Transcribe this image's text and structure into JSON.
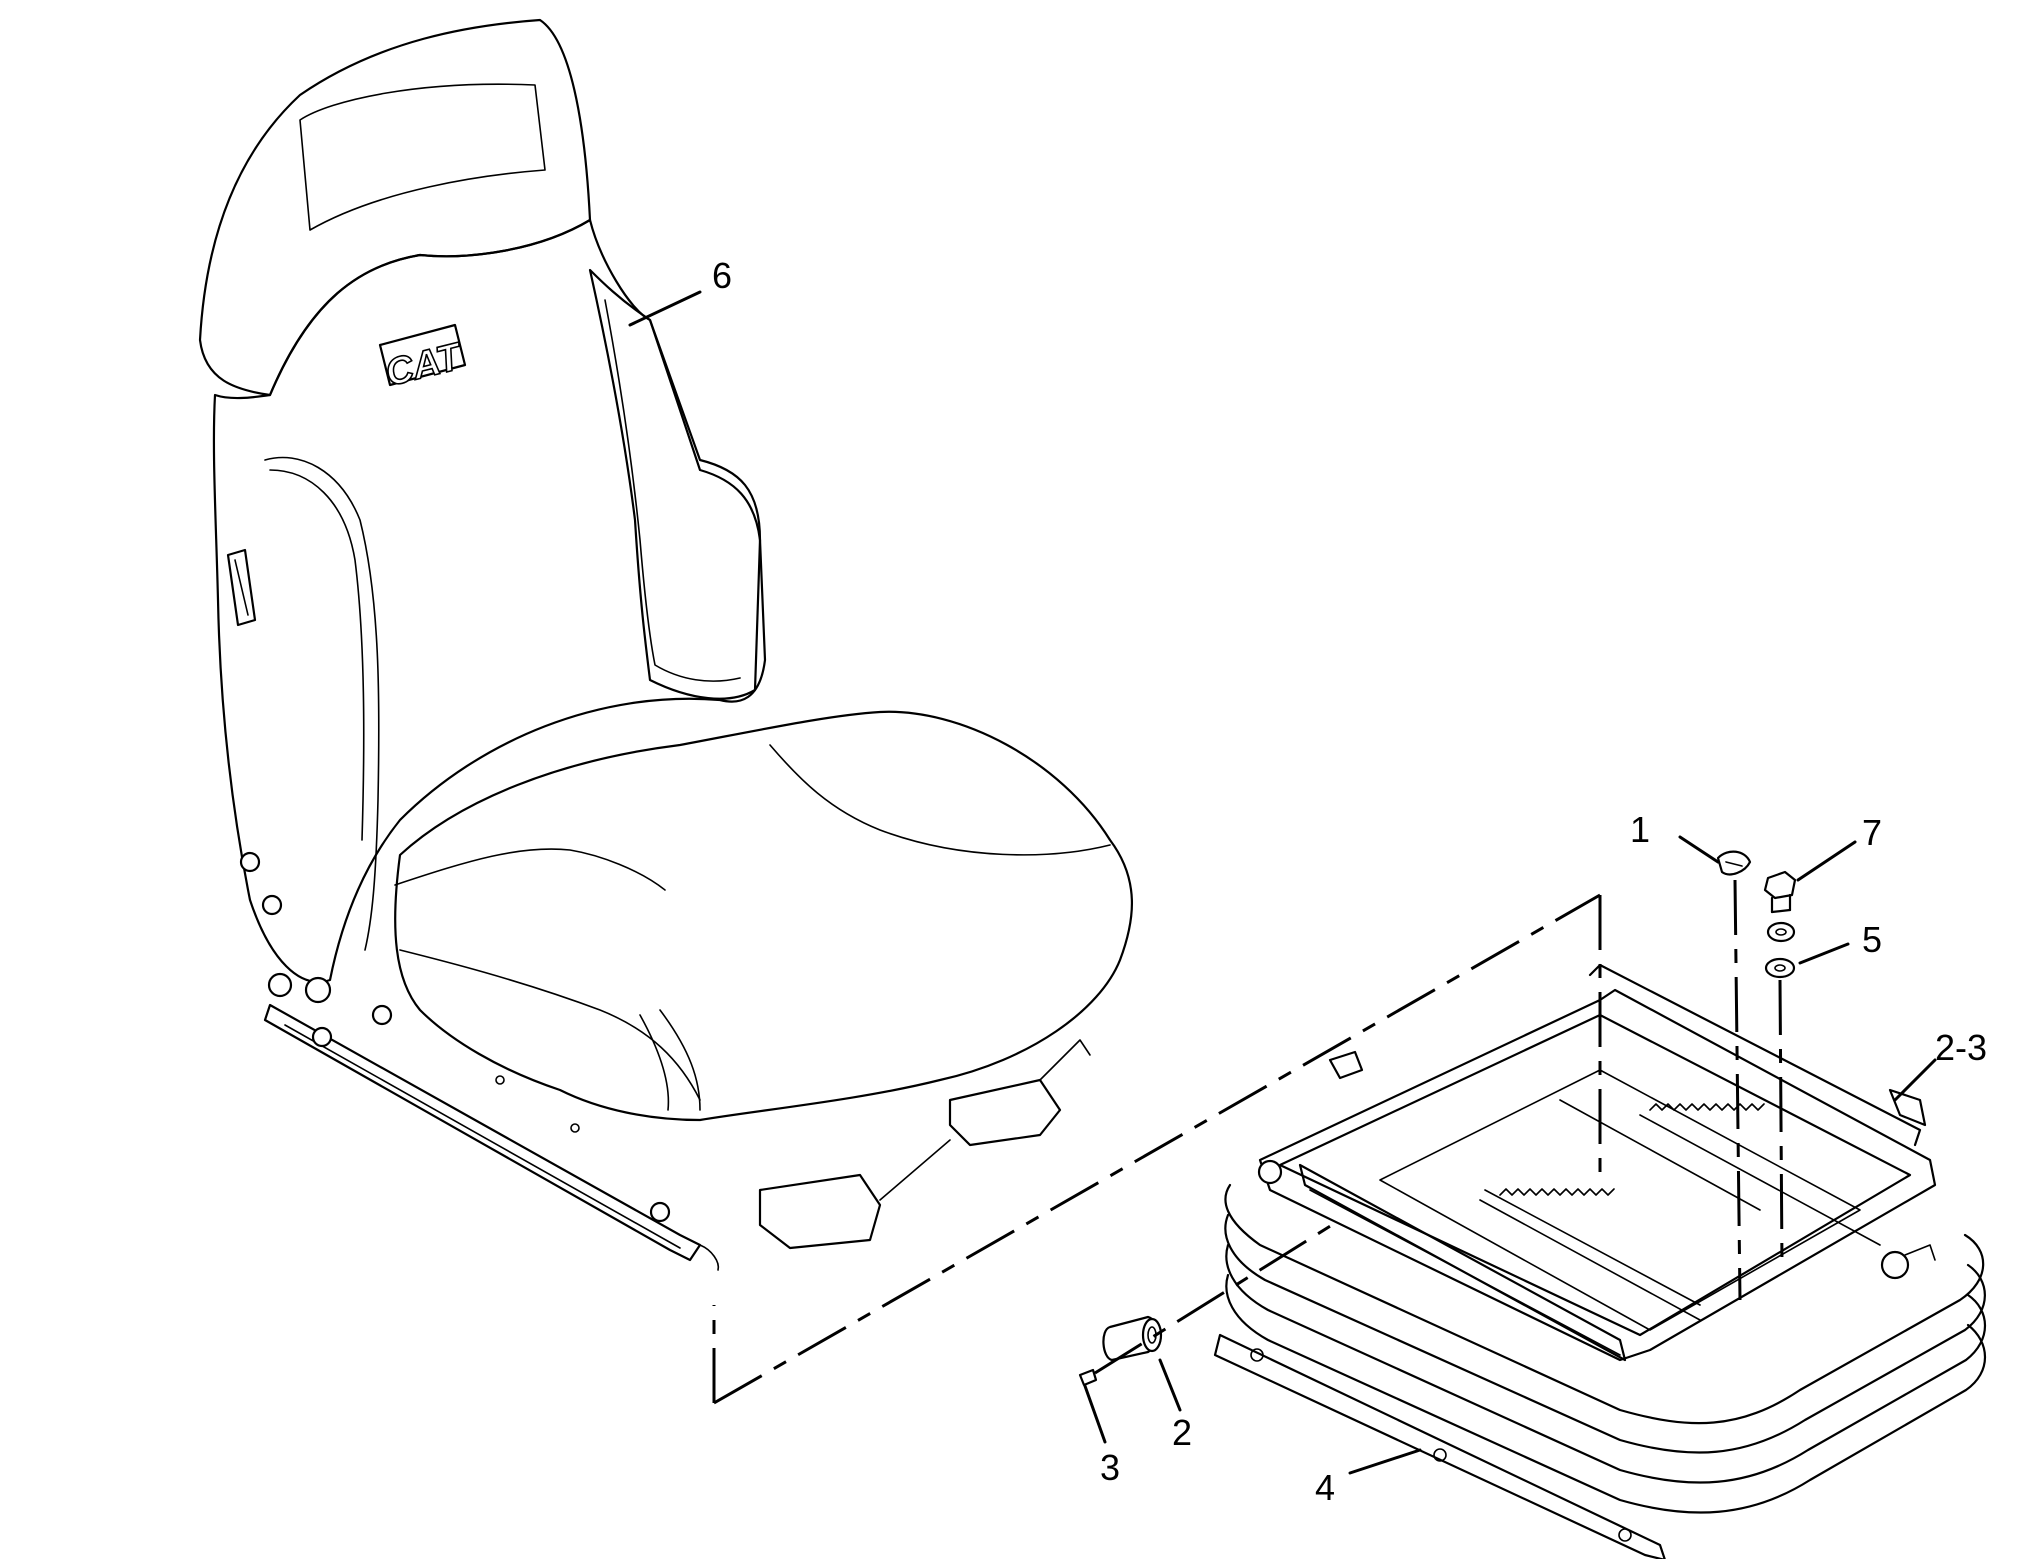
{
  "diagram": {
    "logo_text": "CAT",
    "callouts": [
      {
        "id": "c1",
        "text": "1"
      },
      {
        "id": "c2",
        "text": "2"
      },
      {
        "id": "c23",
        "text": "2-3"
      },
      {
        "id": "c3",
        "text": "3"
      },
      {
        "id": "c4",
        "text": "4"
      },
      {
        "id": "c5",
        "text": "5"
      },
      {
        "id": "c6",
        "text": "6"
      },
      {
        "id": "c7",
        "text": "7"
      }
    ]
  }
}
